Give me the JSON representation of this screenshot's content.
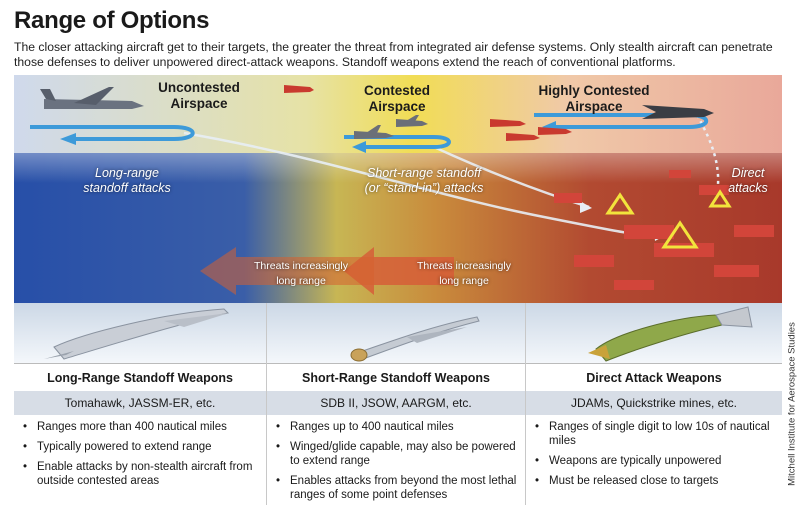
{
  "header": {
    "title": "Range of Options",
    "subtitle": "The closer attacking aircraft get to their targets, the greater the threat from integrated air defense systems. Only stealth aircraft can penetrate those defenses to deliver unpowered direct-attack weapons. Standoff weapons extend the reach of conventional platforms."
  },
  "scene": {
    "zones": [
      {
        "line1": "Uncontested",
        "line2": "Airspace"
      },
      {
        "line1": "Contested",
        "line2": "Airspace"
      },
      {
        "line1": "Highly Contested",
        "line2": "Airspace"
      }
    ],
    "captions": {
      "long_range": {
        "line1": "Long-range",
        "line2": "standoff attacks"
      },
      "short_range": {
        "line1": "Short-range standoff",
        "line2": "(or “stand-in”) attacks"
      },
      "direct": {
        "line1": "Direct",
        "line2": "attacks"
      }
    },
    "threat_labels": [
      {
        "line1": "Threats increasingly",
        "line2": "long range"
      },
      {
        "line1": "Threats increasingly",
        "line2": "long range"
      }
    ],
    "colors": {
      "blue": "#2b5cb0",
      "yellow": "#e9d43d",
      "red": "#c23a2c",
      "arrow": "#3d9ad9"
    }
  },
  "panels": [
    {
      "name": "Long-Range Standoff Weapons",
      "examples": "Tomahawk, JASSM-ER, etc.",
      "bullets": [
        "Ranges more than 400 nautical miles",
        "Typically powered to extend range",
        "Enable attacks by non-stealth aircraft from outside contested areas"
      ]
    },
    {
      "name": "Short-Range Standoff Weapons",
      "examples": "SDB II, JSOW, AARGM, etc.",
      "bullets": [
        "Ranges up to 400 nautical miles",
        "Winged/glide capable, may also be powered to extend range",
        "Enables attacks from beyond the most lethal ranges of some point defenses"
      ]
    },
    {
      "name": "Direct Attack Weapons",
      "examples": "JDAMs, Quickstrike mines, etc.",
      "bullets": [
        "Ranges of single digit to low 10s of nautical miles",
        "Weapons are typically unpowered",
        "Must be released close to targets"
      ]
    }
  ],
  "credit": "Mitchell Institute for Aerospace Studies"
}
